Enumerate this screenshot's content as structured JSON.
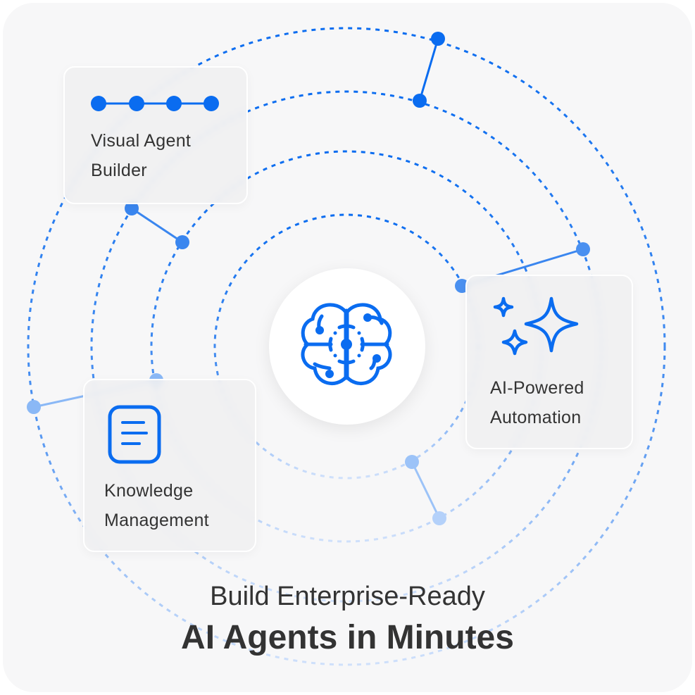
{
  "colors": {
    "accent": "#0a6cf0",
    "ring": "#4a90f0",
    "text": "#333333"
  },
  "cards": [
    {
      "label_line1": "Visual Agent",
      "label_line2": "Builder",
      "icon": "connected-dots-icon"
    },
    {
      "label_line1": "AI-Powered",
      "label_line2": "Automation",
      "icon": "sparkles-icon"
    },
    {
      "label_line1": "Knowledge",
      "label_line2": "Management",
      "icon": "document-icon"
    }
  ],
  "center_icon": "brain-circuit-icon",
  "headline": {
    "line1": "Build Enterprise-Ready",
    "line2": "AI Agents in Minutes"
  }
}
